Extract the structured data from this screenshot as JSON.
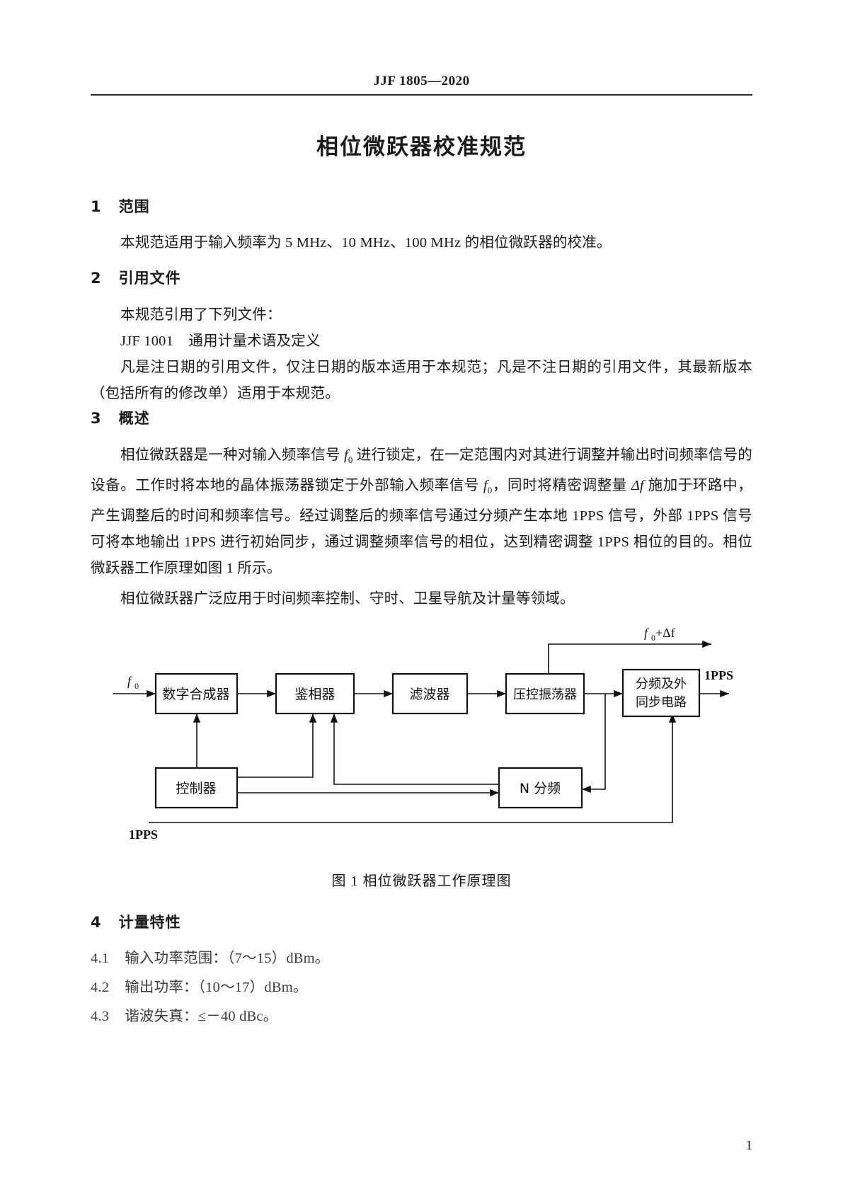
{
  "header": {
    "running_head": "JJF 1805—2020"
  },
  "title": "相位微跃器校准规范",
  "sections": [
    {
      "number": "1",
      "heading": "范围",
      "body": "本规范适用于输入频率为 5 MHz、10 MHz、100 MHz 的相位微跃器的校准。"
    },
    {
      "number": "2",
      "heading": "引用文件",
      "line1": "本规范引用了下列文件：",
      "line2": "JJF 1001    通用计量术语及定义",
      "body": "凡是注日期的引用文件，仅注日期的版本适用于本规范；凡是不注日期的引用文件，其最新版本（包括所有的修改单）适用于本规范。"
    },
    {
      "number": "3",
      "heading": "概述",
      "para1_a": "相位微跃器是一种对输入频率信号 ",
      "para1_f0": "f",
      "para1_f0sub": "0",
      "para1_b": " 进行锁定，在一定范围内对其进行调整并输出时间频率信号的设备。工作时将本地的晶体振荡器锁定于外部输入频率信号 ",
      "para1_c": "，同时将精密调整量 ",
      "para1_df": "Δf",
      "para1_d": " 施加于环路中，产生调整后的时间和频率信号。经过调整后的频率信号通过分频产生本地 1PPS 信号，外部 1PPS 信号可将本地输出 1PPS 进行初始同步，通过调整频率信号的相位，达到精密调整 1PPS 相位的目的。相位微跃器工作原理如图 1 所示。",
      "para2": "相位微跃器广泛应用于时间频率控制、守时、卫星导航及计量等领域。"
    },
    {
      "number": "4",
      "heading": "计量特性",
      "items": [
        {
          "number": "4.1",
          "text": "输入功率范围：（7～15）dBm。"
        },
        {
          "number": "4.2",
          "text": "输出功率：（10～17）dBm。"
        },
        {
          "number": "4.3",
          "text": "谐波失真：≤－40 dBc。"
        }
      ]
    }
  ],
  "figure": {
    "caption": "图 1    相位微跃器工作原理图",
    "blocks": [
      {
        "id": "dds",
        "label": "数字合成器"
      },
      {
        "id": "phase-det",
        "label": "鉴相器"
      },
      {
        "id": "filter",
        "label": "滤波器"
      },
      {
        "id": "vco",
        "label": "压控振荡器"
      },
      {
        "id": "div-sync",
        "label_line1": "分频及外",
        "label_line2": "同步电路"
      },
      {
        "id": "controller",
        "label": "控制器"
      },
      {
        "id": "n-divider",
        "label": "N 分频"
      }
    ],
    "labels": {
      "input_f0": "f",
      "input_f0_sub": "0",
      "output_freq": "f",
      "output_freq_sub": "0",
      "output_freq_rest": "+Δf",
      "output_pps": "1PPS",
      "input_pps": "1PPS"
    },
    "line_color": "#111111"
  },
  "page_number": "1"
}
